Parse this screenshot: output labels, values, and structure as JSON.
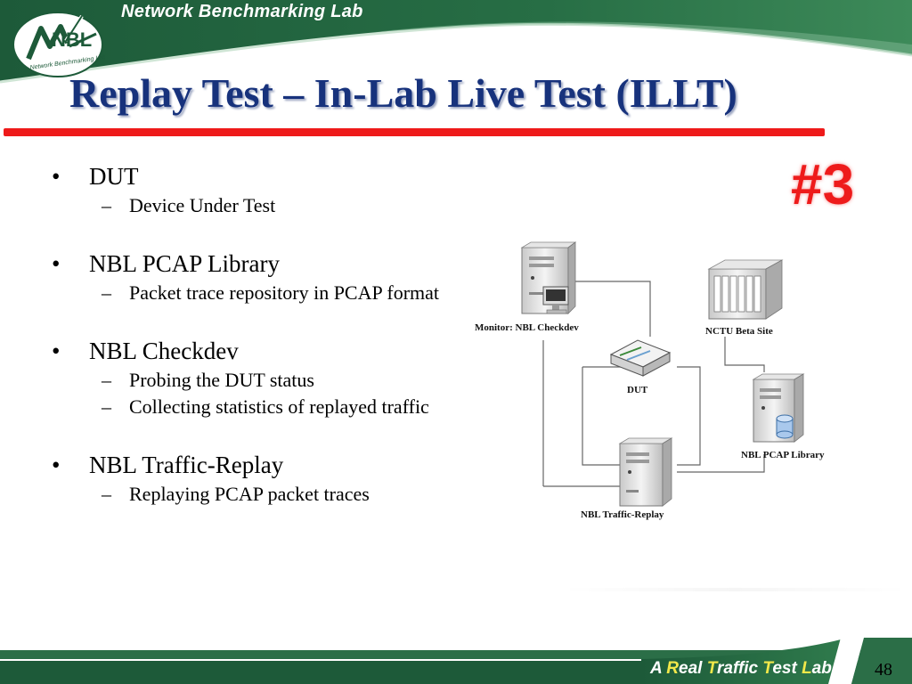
{
  "header": {
    "lab_name": "Network Benchmarking Lab"
  },
  "logo": {
    "initials": "NBL",
    "caption": "Network Benchmarking Lab"
  },
  "slide": {
    "title": "Replay Test – In-Lab Live Test (ILLT)",
    "badge": "#3",
    "page_number": "48"
  },
  "bullets": [
    {
      "text": "DUT",
      "subs": [
        "Device Under Test"
      ]
    },
    {
      "text": "NBL PCAP Library",
      "subs": [
        "Packet trace repository in PCAP format"
      ]
    },
    {
      "text": "NBL Checkdev",
      "subs": [
        "Probing the DUT status",
        "Collecting statistics of replayed traffic"
      ]
    },
    {
      "text": "NBL Traffic-Replay",
      "subs": [
        "Replaying PCAP packet traces"
      ]
    }
  ],
  "diagram": {
    "monitor_label": "Monitor: NBL Checkdev",
    "nctu_label": "NCTU Beta Site",
    "dut_label": "DUT",
    "pcap_label": "NBL PCAP Library",
    "replay_label": "NBL Traffic-Replay"
  },
  "footer": {
    "tagline_parts": [
      "A ",
      "R",
      "eal ",
      "T",
      "raffic ",
      "T",
      "est ",
      "L",
      "ab"
    ]
  },
  "colors": {
    "title": "#17327c",
    "accent_red": "#ee1a1a",
    "header_green": "#1c5a36",
    "tagline_highlight": "#f2e84a"
  },
  "icons": [
    "logo-icon",
    "server-icon",
    "router-icon",
    "rack-server-icon",
    "database-icon"
  ]
}
